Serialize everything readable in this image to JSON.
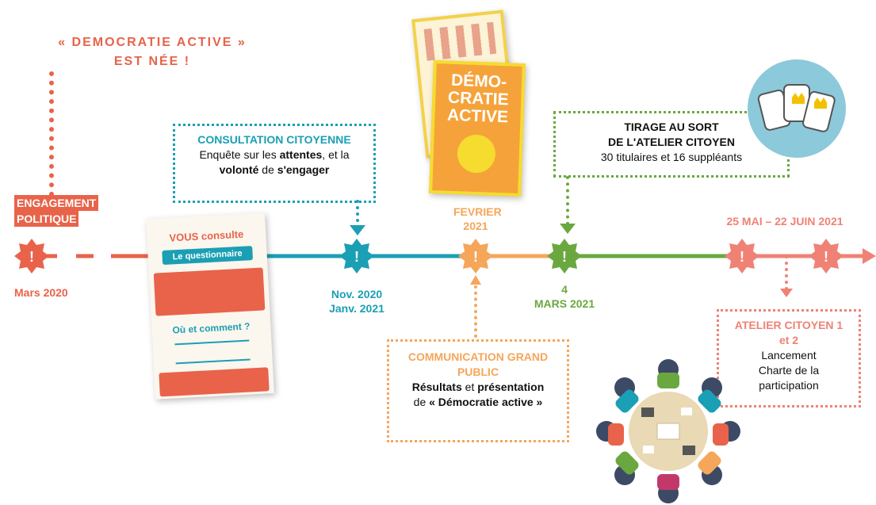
{
  "title": {
    "line1": "« DEMOCRATIE ACTIVE »",
    "line2": "EST NÉE !"
  },
  "colors": {
    "coral": "#e8634a",
    "teal": "#1b9fb4",
    "orange": "#f5a65a",
    "green": "#6aa83f",
    "salmon": "#ef8275",
    "line_coral": "#e8634a"
  },
  "milestones": [
    {
      "id": "engagement",
      "tag_line1": "ENGAGEMENT",
      "tag_line2": "POLITIQUE",
      "date": "Mars 2020",
      "icon": "exclamation-icon"
    },
    {
      "id": "consultation",
      "date_line1": "Nov. 2020",
      "date_line2": "Janv. 2021",
      "icon": "exclamation-icon"
    },
    {
      "id": "fevrier",
      "date_line1": "FEVRIER",
      "date_line2": "2021",
      "icon": "exclamation-icon"
    },
    {
      "id": "tirage",
      "date_line1": "4",
      "date_line2": "MARS 2021",
      "icon": "exclamation-icon"
    },
    {
      "id": "atelier",
      "date": "25 MAI – 22 JUIN  2021",
      "icon": "exclamation-icon"
    }
  ],
  "boxes": {
    "consultation": {
      "title": "CONSULTATION CITOYENNE",
      "t1": "Enquête sur les ",
      "b1": "attentes",
      "t2": ", et la",
      "b2": "volonté",
      "t3": " de ",
      "b3": "s'engager"
    },
    "tirage": {
      "title1": "TIRAGE AU SORT",
      "title2": "DE L'ATELIER CITOYEN",
      "text": "30 titulaires et 16 suppléants"
    },
    "communication": {
      "title1": "COMMUNICATION GRAND",
      "title2": "PUBLIC",
      "b1": "Résultats",
      "t1": " et ",
      "b2": "présentation",
      "t2": "de ",
      "b3": "« Démocratie active »"
    },
    "atelier": {
      "title1": "ATELIER CITOYEN  1",
      "title2": "et 2",
      "l1": "Lancement",
      "l2": "Charte de la",
      "l3": "participation"
    }
  },
  "poster_survey": {
    "h1": "VOUS consulte",
    "h2": "Le questionnaire",
    "h3": "Où et comment ?"
  },
  "poster_democratie": {
    "title": "DÉMO-CRATIE ACTIVE"
  }
}
